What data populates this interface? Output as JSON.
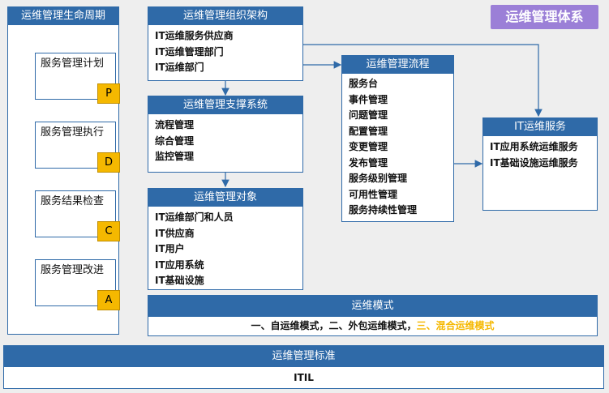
{
  "title_badge": "运维管理体系",
  "lifecycle": {
    "header": "运维管理生命周期",
    "steps": [
      {
        "label": "服务管理计划",
        "letter": "P"
      },
      {
        "label": "服务管理执行",
        "letter": "D"
      },
      {
        "label": "服务结果检查",
        "letter": "C"
      },
      {
        "label": "服务管理改进",
        "letter": "A"
      }
    ]
  },
  "org": {
    "header": "运维管理组织架构",
    "items": [
      "IT运维服务供应商",
      "IT运维管理部门",
      "IT运维部门"
    ]
  },
  "support": {
    "header": "运维管理支撑系统",
    "items": [
      "流程管理",
      "综合管理",
      "监控管理"
    ]
  },
  "objects": {
    "header": "运维管理对象",
    "items": [
      "IT运维部门和人员",
      "IT供应商",
      "IT用户",
      "IT应用系统",
      "IT基础设施"
    ]
  },
  "process": {
    "header": "运维管理流程",
    "items": [
      "服务台",
      "事件管理",
      "问题管理",
      "配置管理",
      "变更管理",
      "发布管理",
      "服务级别管理",
      "可用性管理",
      "服务持续性管理"
    ]
  },
  "services": {
    "header": "IT运维服务",
    "items": [
      "IT应用系统运维服务",
      "IT基础设施运维服务"
    ]
  },
  "mode": {
    "header": "运维模式",
    "part1": "一、自运维模式，二、外包运维模式，",
    "part2": "三、混合运维模式"
  },
  "standard": {
    "header": "运维管理标准",
    "text": "ITIL"
  },
  "colors": {
    "header_blue": "#2f6aa8",
    "badge_yellow": "#f5b800",
    "title_purple": "#9b7fd7",
    "highlight_orange": "#f5b800"
  }
}
